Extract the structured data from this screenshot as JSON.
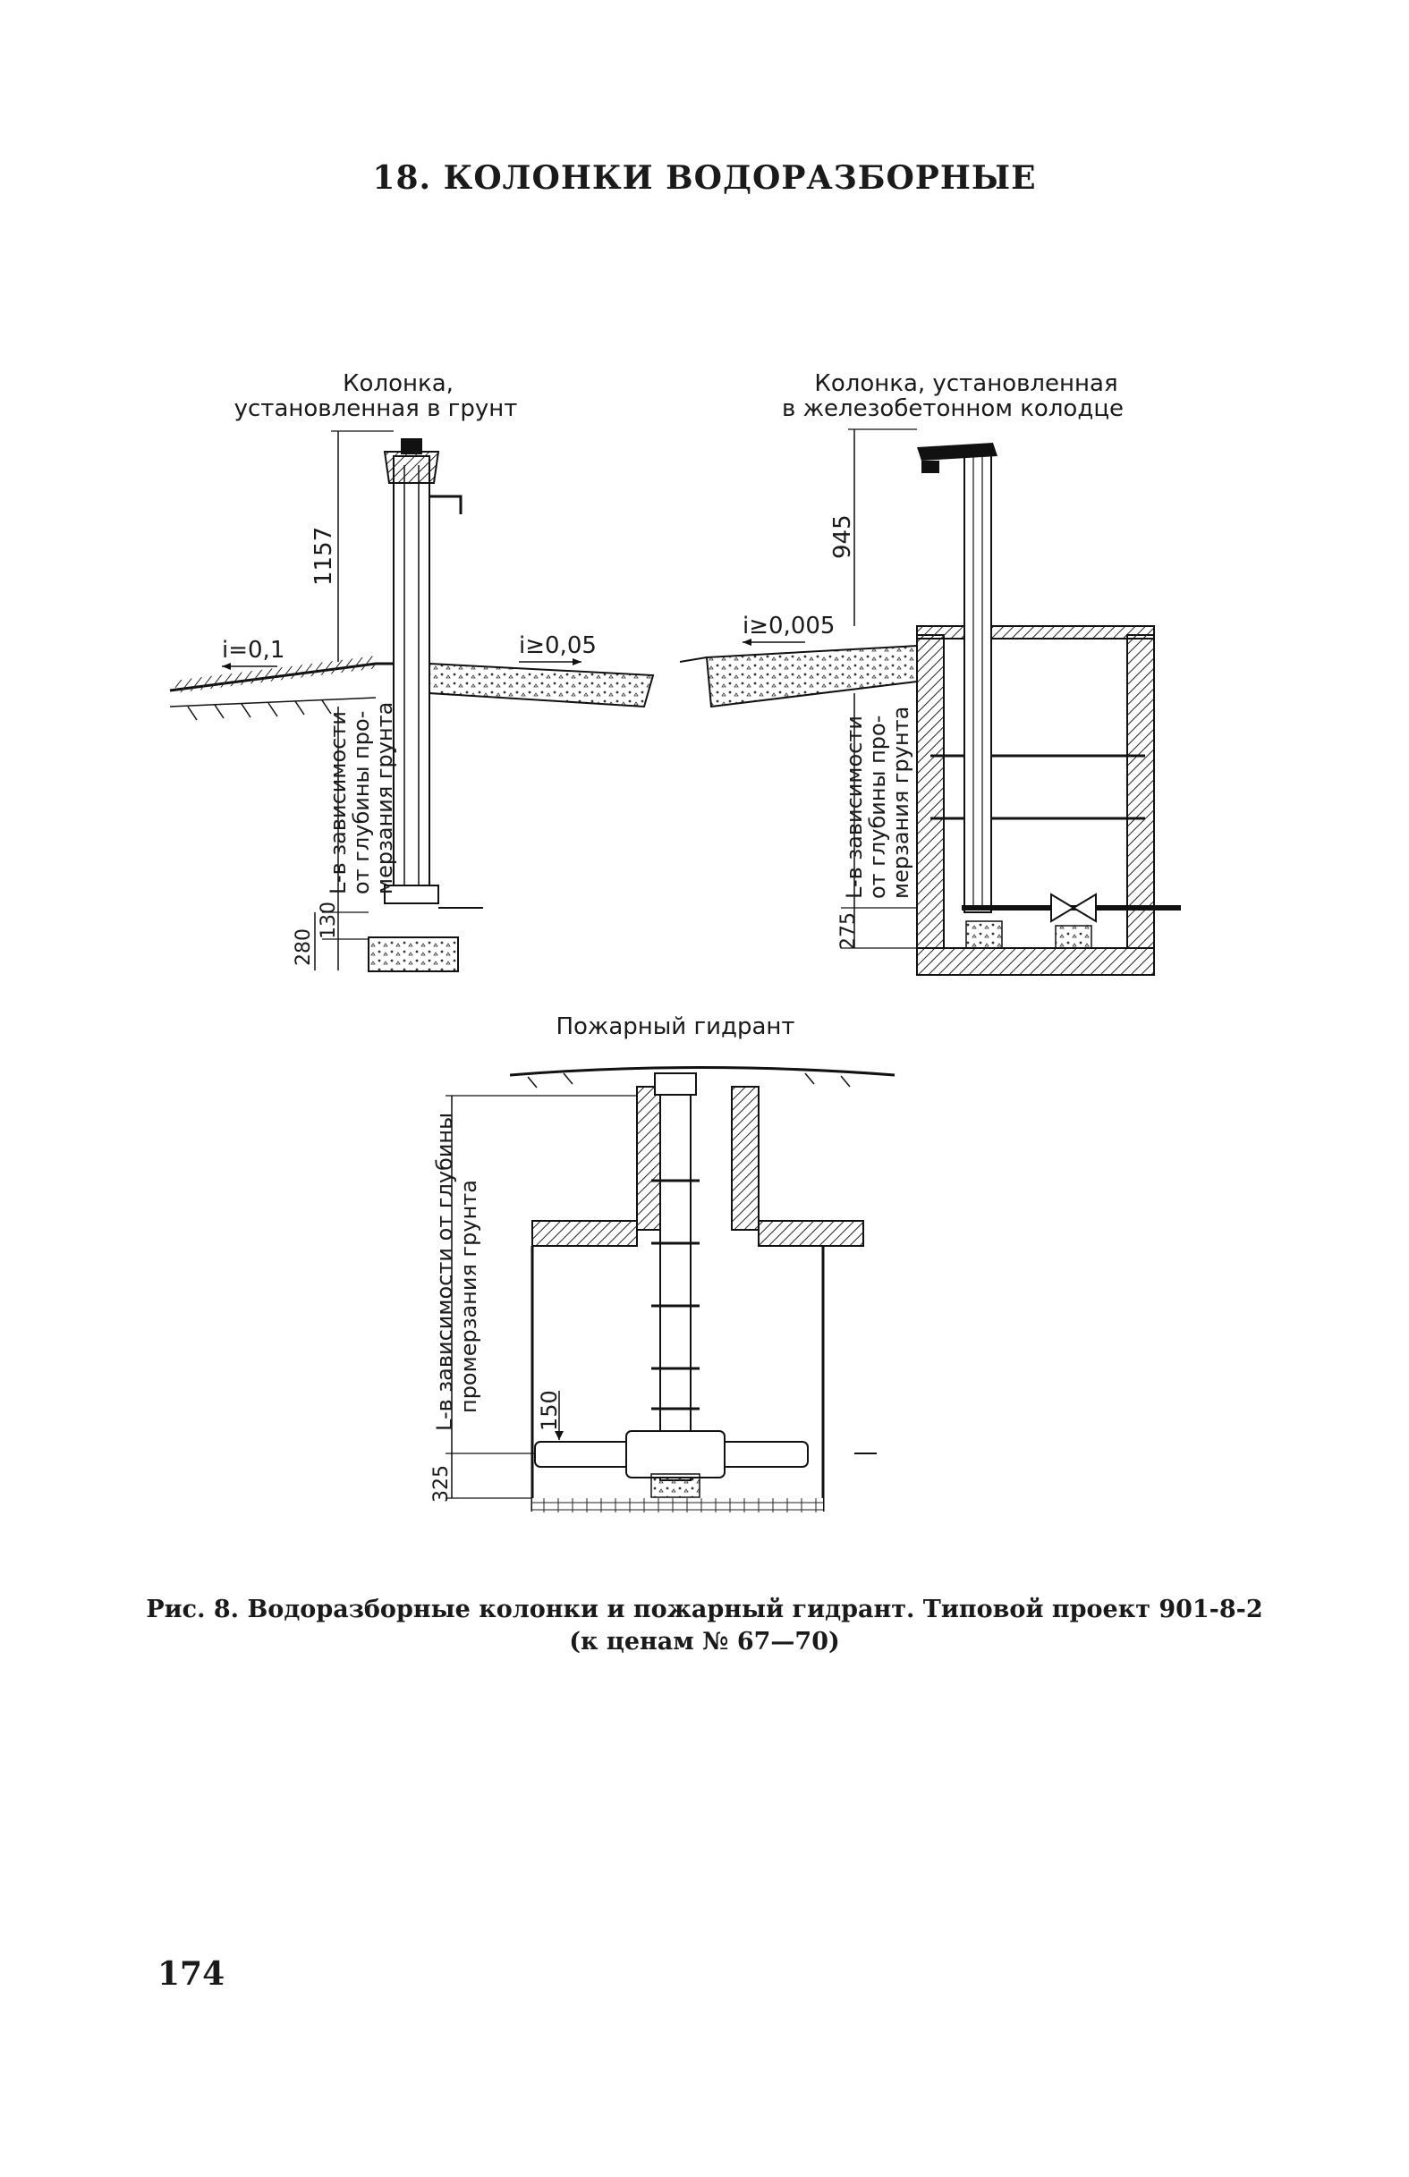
{
  "page": {
    "title": "18. КОЛОНКИ ВОДОРАЗБОРНЫЕ",
    "page_number": "174"
  },
  "figure": {
    "left_column": {
      "label_line1": "Колонка,",
      "label_line2": "установленная в грунт",
      "dim_height": "1157",
      "slope_left": "i=0,1",
      "slope_right": "i≥0,05",
      "depth_note_line1": "L-в зависимости",
      "depth_note_line2": "от глубины про-",
      "depth_note_line3": "мерзания грунта",
      "dim_130": "130",
      "dim_280": "280"
    },
    "right_column": {
      "label_line1": "Колонка, установленная",
      "label_line2": "в железобетонном колодце",
      "dim_height": "945",
      "slope": "i≥0,005",
      "depth_note_line1": "L-в зависимости",
      "depth_note_line2": "от глубины про-",
      "depth_note_line3": "мерзания грунта",
      "dim_275": "275"
    },
    "hydrant": {
      "label": "Пожарный гидрант",
      "depth_note_line1": "L-в зависимости от глубины",
      "depth_note_line2": "промерзания грунта",
      "dim_150": "150",
      "dim_325": "325"
    }
  },
  "caption": {
    "line1": "Рис. 8. Водоразборные колонки и пожарный гидрант. Типовой проект 901-8-2",
    "line2": "(к ценам № 67—70)"
  }
}
